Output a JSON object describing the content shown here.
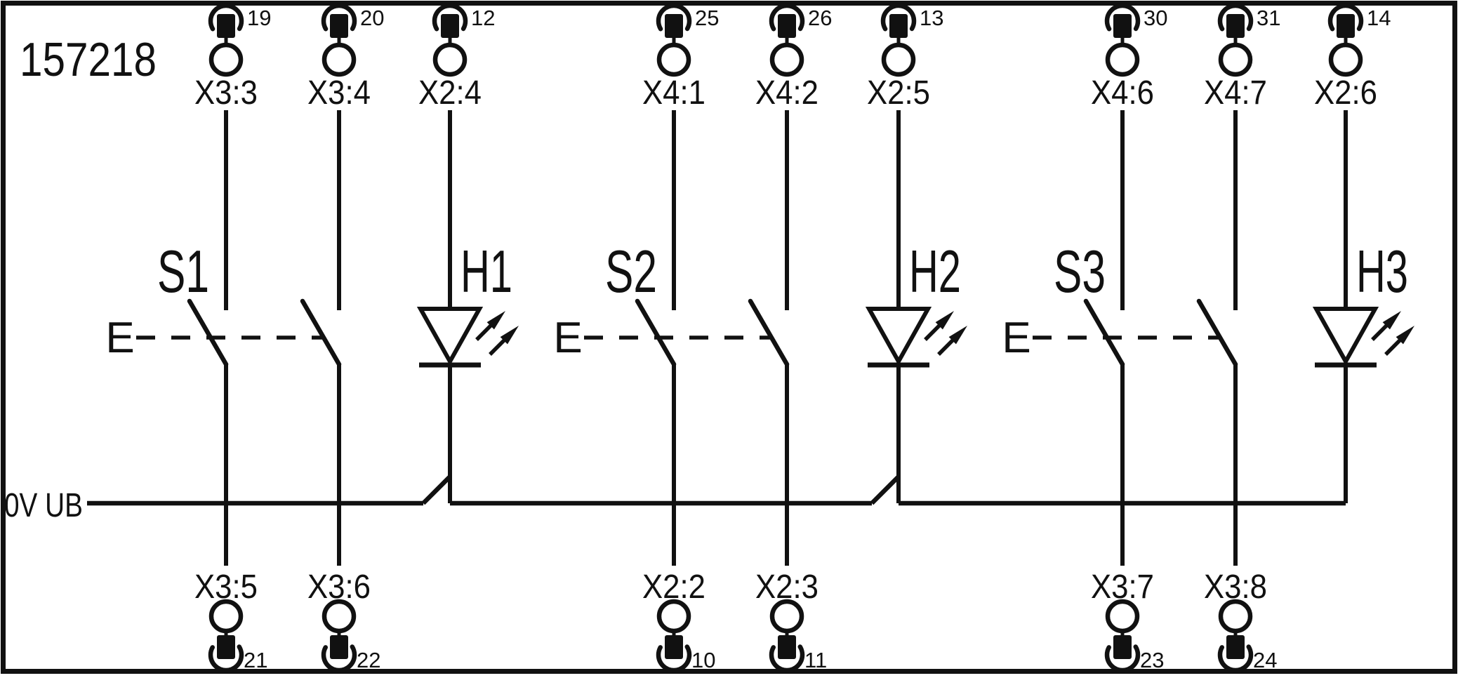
{
  "drawing_number": "157218",
  "bus_label": "0V UB",
  "colors": {
    "ink": "#111111",
    "background": "#ffffff"
  },
  "groups": [
    {
      "switch_label": "S1",
      "lamp_label": "H1",
      "actuator_label": "E",
      "top_terminals": [
        {
          "name": "X3:3",
          "pin": "19"
        },
        {
          "name": "X3:4",
          "pin": "20"
        },
        {
          "name": "X2:4",
          "pin": "12"
        }
      ],
      "bottom_terminals": [
        {
          "name": "X3:5",
          "pin": "21"
        },
        {
          "name": "X3:6",
          "pin": "22"
        }
      ]
    },
    {
      "switch_label": "S2",
      "lamp_label": "H2",
      "actuator_label": "E",
      "top_terminals": [
        {
          "name": "X4:1",
          "pin": "25"
        },
        {
          "name": "X4:2",
          "pin": "26"
        },
        {
          "name": "X2:5",
          "pin": "13"
        }
      ],
      "bottom_terminals": [
        {
          "name": "X2:2",
          "pin": "10"
        },
        {
          "name": "X2:3",
          "pin": "11"
        }
      ]
    },
    {
      "switch_label": "S3",
      "lamp_label": "H3",
      "actuator_label": "E",
      "top_terminals": [
        {
          "name": "X4:6",
          "pin": "30"
        },
        {
          "name": "X4:7",
          "pin": "31"
        },
        {
          "name": "X2:6",
          "pin": "14"
        }
      ],
      "bottom_terminals": [
        {
          "name": "X3:7",
          "pin": "23"
        },
        {
          "name": "X3:8",
          "pin": "24"
        }
      ]
    }
  ]
}
